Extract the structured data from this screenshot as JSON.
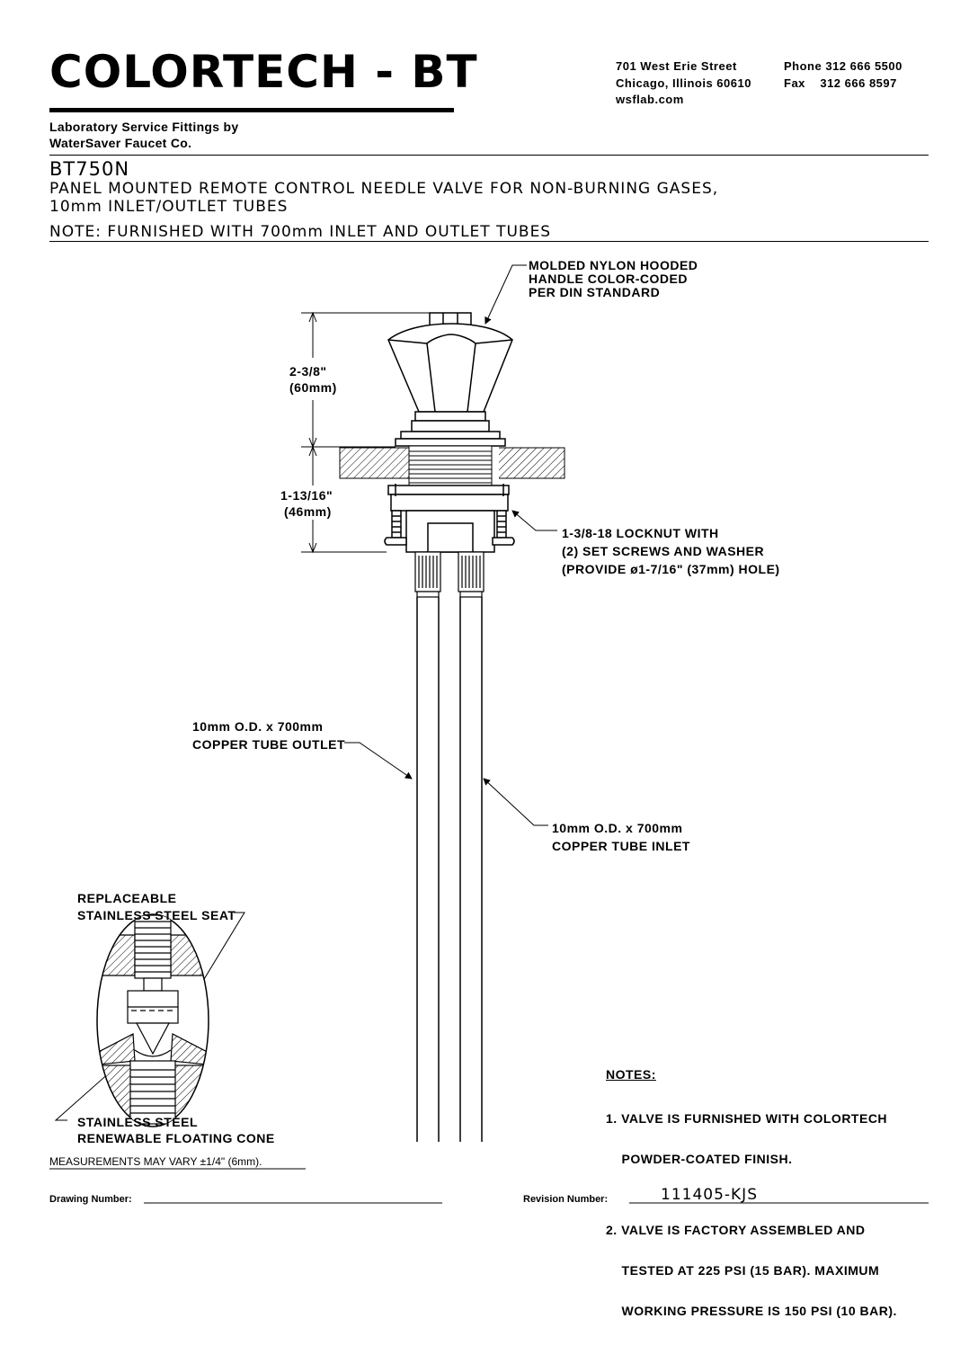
{
  "header": {
    "brand": "COLORTECH - BT",
    "address_line1": "701 West Erie Street",
    "phone": "Phone 312 666 5500",
    "address_line2": "Chicago, Illinois 60610",
    "fax": "Fax    312 666 8597",
    "website": "wsflab.com",
    "subtitle_line1": "Laboratory Service Fittings by",
    "subtitle_line2": "WaterSaver Faucet Co."
  },
  "product": {
    "model": "BT750N",
    "description_line1": "PANEL MOUNTED REMOTE CONTROL NEEDLE VALVE FOR NON-BURNING GASES,",
    "description_line2": "10mm INLET/OUTLET TUBES",
    "note": "NOTE: FURNISHED WITH 700mm INLET AND OUTLET TUBES"
  },
  "callouts": {
    "handle": [
      "MOLDED NYLON HOODED",
      "HANDLE COLOR-CODED",
      "PER DIN STANDARD"
    ],
    "dim_upper": [
      "2-3/8\"",
      "(60mm)"
    ],
    "dim_lower": [
      "1-13/16\"",
      "(46mm)"
    ],
    "locknut": [
      "1-3/8-18 LOCKNUT WITH",
      "(2) SET SCREWS AND WASHER",
      "(PROVIDE ø1-7/16\" (37mm) HOLE)"
    ],
    "outlet": [
      "10mm O.D. x 700mm",
      "COPPER TUBE OUTLET"
    ],
    "inlet": [
      "10mm O.D. x 700mm",
      "COPPER TUBE INLET"
    ],
    "seat": [
      "REPLACEABLE",
      "STAINLESS STEEL SEAT"
    ],
    "cone": [
      "STAINLESS STEEL",
      "RENEWABLE FLOATING CONE"
    ]
  },
  "notes": {
    "heading": "NOTES:",
    "items": [
      [
        "1. VALVE IS FURNISHED WITH COLORTECH",
        "    POWDER-COATED FINISH."
      ],
      [
        "2. VALVE IS FACTORY ASSEMBLED AND",
        "    TESTED AT 225 PSI (15 BAR). MAXIMUM",
        "    WORKING PRESSURE IS 150 PSI (10 BAR)."
      ]
    ]
  },
  "footer": {
    "measurements": "MEASUREMENTS MAY VARY ±1/4\" (6mm).",
    "drawing_number_label": "Drawing Number:",
    "drawing_number": "",
    "revision_number_label": "Revision Number:",
    "revision_number": "111405-KJS"
  }
}
